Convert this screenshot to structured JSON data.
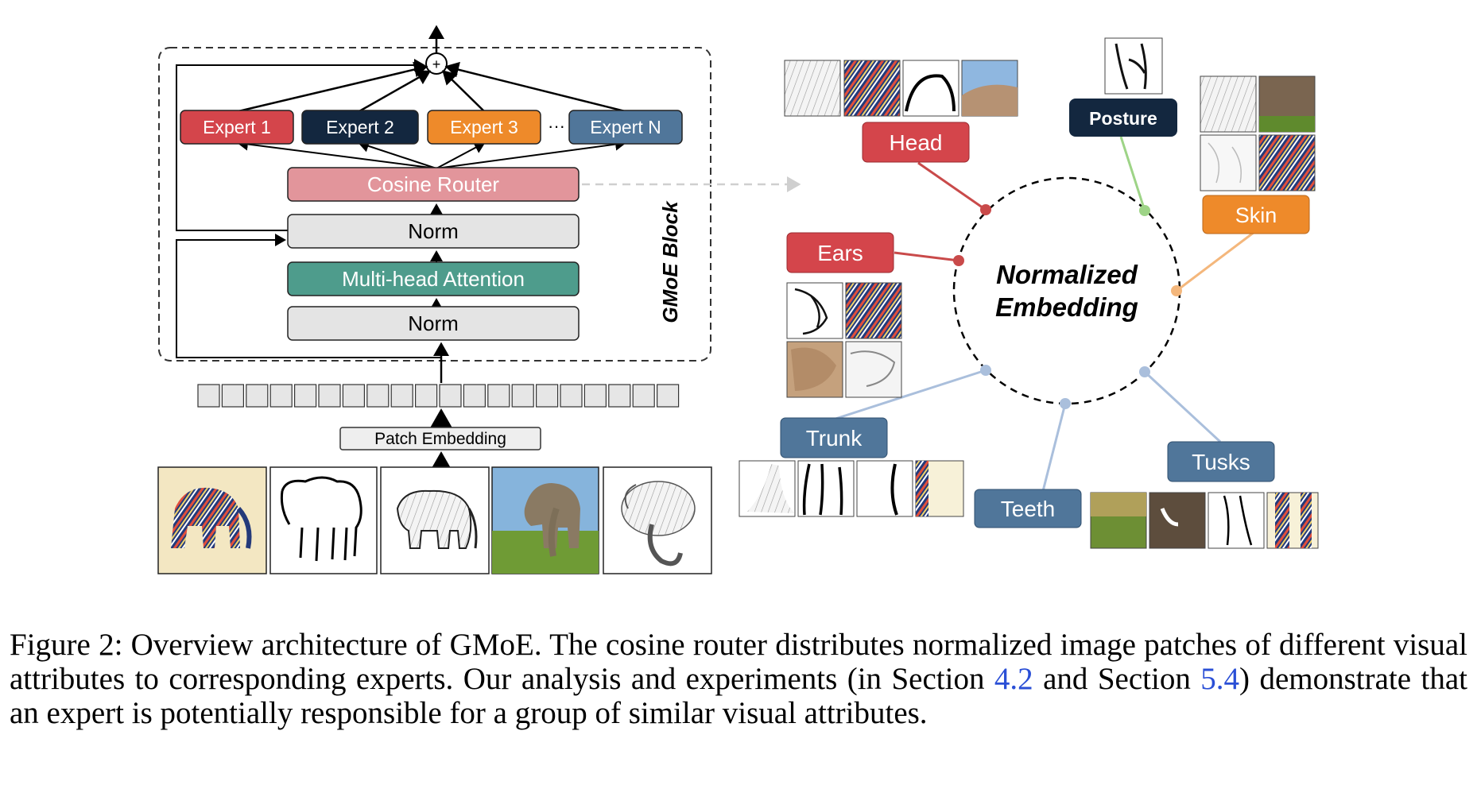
{
  "colors": {
    "red": "#d4454b",
    "navy": "#13273f",
    "orange": "#ee8a2a",
    "steel": "#50769a",
    "router": "#e2959b",
    "attention": "#4e9c8c",
    "norm": "#e4e4e4",
    "link_red": "#c94a4a",
    "link_green": "#9ed487",
    "link_orange": "#f4b77c",
    "link_blue": "#aabfdc"
  },
  "block": {
    "title": "GMoE Block",
    "experts": [
      "Expert 1",
      "Expert 2",
      "Expert 3",
      "Expert N"
    ],
    "ellipsis": "···",
    "plus": "+",
    "router": "Cosine Router",
    "norm_top": "Norm",
    "attention": "Multi-head Attention",
    "norm_bottom": "Norm",
    "patch_embedding": "Patch Embedding"
  },
  "input_images": [
    "colorful-patterned-elephant-painting",
    "elephant-line-sketch",
    "elephant-pencil-drawing",
    "elephant-photo-savanna",
    "elephant-charcoal-sketch"
  ],
  "embedding": {
    "center_label_line1": "Normalized",
    "center_label_line2": "Embedding",
    "attributes": {
      "head": "Head",
      "posture": "Posture",
      "skin": "Skin",
      "ears": "Ears",
      "trunk": "Trunk",
      "teeth": "Teeth",
      "tusks": "Tusks"
    }
  },
  "caption": {
    "text_1": "Figure 2: Overview architecture of GMoE. The cosine router distributes normalized image patches of different visual attributes to corresponding experts. Our analysis and experiments (in Section ",
    "ref_1": "4.2",
    "text_2": " and Section ",
    "ref_2": "5.4",
    "text_3": ") demonstrate that an expert is potentially responsible for a group of similar visual attributes."
  }
}
